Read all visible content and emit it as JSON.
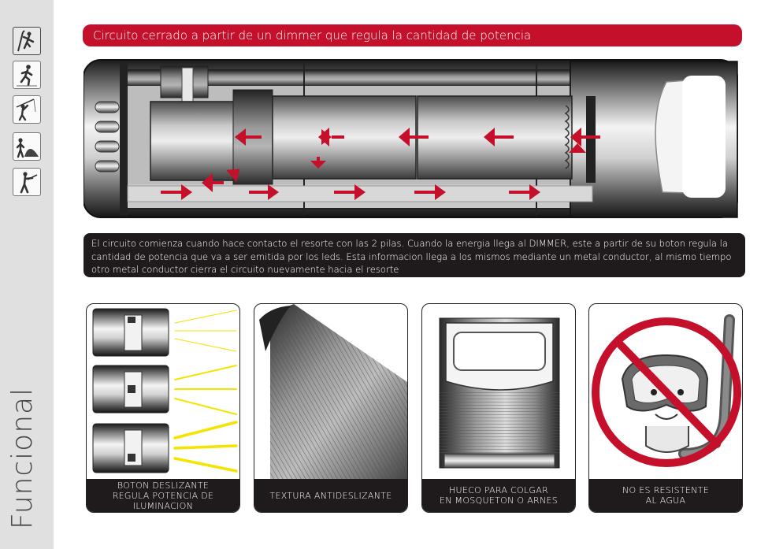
{
  "sidebar": {
    "title": "Funcional",
    "icons": [
      {
        "name": "climber-icon",
        "active": true
      },
      {
        "name": "runner-icon",
        "active": false
      },
      {
        "name": "fisherman-icon",
        "active": false
      },
      {
        "name": "camper-tent-icon",
        "active": false
      },
      {
        "name": "hunter-icon",
        "active": false
      }
    ]
  },
  "banner": {
    "title": "Circuito cerrado a partir de un dimmer que regula la cantidad de potencia"
  },
  "description": {
    "text": "El circuito comienza cuando hace contacto el resorte con las 2 pilas. Cuando la energia llega al DIMMER, este a partir de su boton regula la cantidad de potencia que va a ser emitida por los leds. Esta informacion llega a los mismos mediante un metal conductor, al mismo tiempo otro metal conductor cierra el circuito nuevamente hacia el resorte"
  },
  "panels": [
    {
      "id": "dimmer",
      "line1": "BOTON DESLIZANTE",
      "line2": "REGULA POTENCIA DE ILUMINACION"
    },
    {
      "id": "texture",
      "line1": "TEXTURA ANTIDESLIZANTE",
      "line2": ""
    },
    {
      "id": "hook",
      "line1": "HUECO PARA COLGAR",
      "line2": "EN MOSQUETON O ARNES"
    },
    {
      "id": "water",
      "line1": "NO ES RESISTENTE",
      "line2": "AL AGUA"
    }
  ],
  "colors": {
    "accent": "#c4102a",
    "dark": "#1f1b1d",
    "sidebar": "#e0e0e0",
    "light_beam": "#f5e400"
  }
}
